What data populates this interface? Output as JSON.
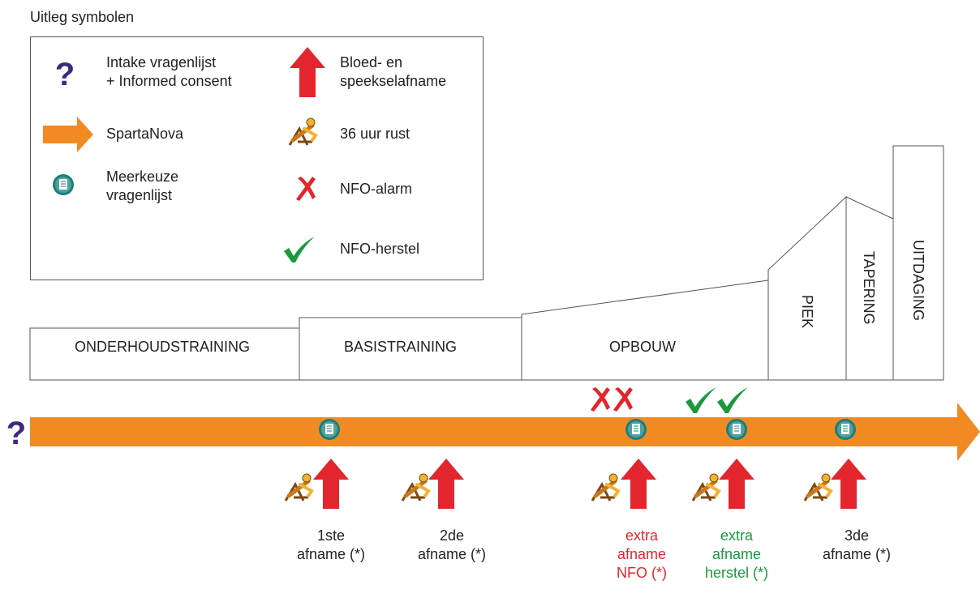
{
  "legend": {
    "title": "Uitleg symbolen",
    "items": [
      {
        "icon": "question-mark-icon",
        "label": "Intake vragenlijst\n+ Informed consent"
      },
      {
        "icon": "orange-arrow-icon",
        "label": "SpartaNova"
      },
      {
        "icon": "questionnaire-icon",
        "label": "Meerkeuze\nvragenlijst"
      },
      {
        "icon": "red-up-arrow-icon",
        "label": "Bloed- en\nspeekselafname"
      },
      {
        "icon": "deckchair-icon",
        "label": "36 uur rust"
      },
      {
        "icon": "red-cross-icon",
        "label": "NFO-alarm"
      },
      {
        "icon": "green-check-icon",
        "label": "NFO-herstel"
      }
    ]
  },
  "phases": {
    "onderhoud": "ONDERHOUDSTRAINING",
    "basis": "BASISTRAINING",
    "opbouw": "OPBOUW",
    "piek": "PIEK",
    "tapering": "TAPERING",
    "uitdaging": "UITDAGING"
  },
  "timeline": {
    "start_icon": "?",
    "measurements": [
      {
        "label_line1": "1ste",
        "label_line2": "afname (*)",
        "label_line3": "",
        "color": "#222222"
      },
      {
        "label_line1": "2de",
        "label_line2": "afname (*)",
        "label_line3": "",
        "color": "#222222"
      },
      {
        "label_line1": "extra",
        "label_line2": "afname",
        "label_line3": "NFO (*)",
        "color": "#e3262d"
      },
      {
        "label_line1": "extra",
        "label_line2": "afname",
        "label_line3": "herstel (*)",
        "color": "#1a9a3c"
      },
      {
        "label_line1": "3de",
        "label_line2": "afname (*)",
        "label_line3": "",
        "color": "#222222"
      }
    ]
  },
  "colors": {
    "orange": "#f28a24",
    "red": "#e3262d",
    "green": "#1a9a3c",
    "teal": "#1a7f7a",
    "purple": "#3d2a7a"
  }
}
